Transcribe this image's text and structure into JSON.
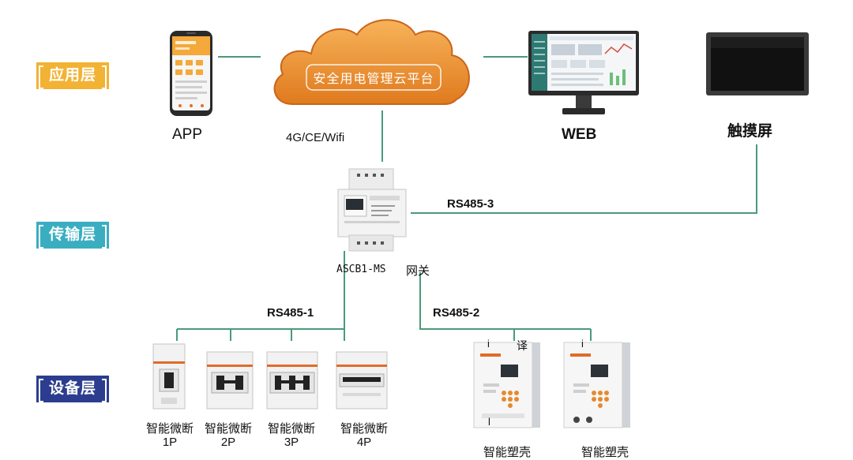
{
  "layers": {
    "application": "应用层",
    "transport": "传输层",
    "device": "设备层"
  },
  "cloud": {
    "label": "安全用电管理云平台"
  },
  "apps": {
    "app": "APP",
    "web": "WEB",
    "touchscreen": "触摸屏"
  },
  "links": {
    "wireless": "4G/CE/Wifi",
    "rs485_3": "RS485-3",
    "rs485_1": "RS485-1",
    "rs485_2": "RS485-2"
  },
  "gateway": {
    "model": "ASCB1-MS",
    "name": "网关"
  },
  "breakers": [
    {
      "name": "智能微断",
      "poles": "1P"
    },
    {
      "name": "智能微断",
      "poles": "2P"
    },
    {
      "name": "智能微断",
      "poles": "3P"
    },
    {
      "name": "智能微断",
      "poles": "4P"
    }
  ],
  "mccb": [
    {
      "name": "智能塑壳"
    },
    {
      "name": "智能塑壳"
    }
  ],
  "stray_text": {
    "a": "i",
    "b": "译",
    "c": "i",
    "d": "l"
  },
  "colors": {
    "line": "#4a9a7a",
    "application_tag": "#f2b233",
    "transport_tag": "#3aaec0",
    "device_tag": "#2c3d8f",
    "cloud": "#ec8a2a"
  }
}
